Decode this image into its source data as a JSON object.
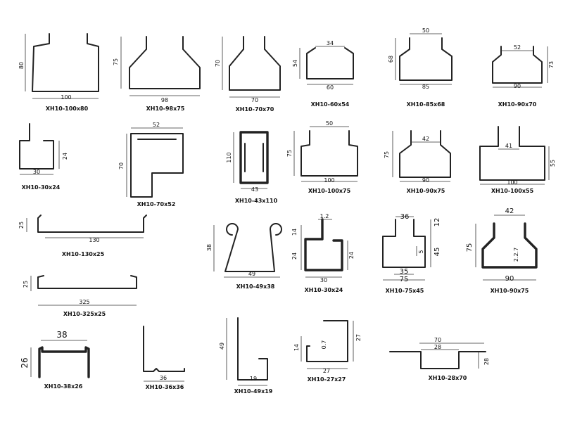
{
  "profiles": [
    {
      "caption": "XH10-100x80",
      "dims": [
        "80",
        "100"
      ]
    },
    {
      "caption": "XH10-98x75",
      "dims": [
        "75",
        "98"
      ]
    },
    {
      "caption": "XH10-70x70",
      "dims": [
        "70",
        "70"
      ]
    },
    {
      "caption": "XH10-60x54",
      "dims": [
        "54",
        "34",
        "60"
      ]
    },
    {
      "caption": "XH10-85x68",
      "dims": [
        "50",
        "68",
        "85"
      ]
    },
    {
      "caption": "XH10-90x70",
      "dims": [
        "52",
        "73",
        "90"
      ]
    },
    {
      "caption": "XH10-30x24",
      "dims": [
        "24",
        "30"
      ]
    },
    {
      "caption": "XH10-70x52",
      "dims": [
        "52",
        "70"
      ]
    },
    {
      "caption": "XH10-43x110",
      "dims": [
        "110",
        "43"
      ]
    },
    {
      "caption": "XH10-100x75",
      "dims": [
        "50",
        "75",
        "100"
      ]
    },
    {
      "caption": "XH10-90x75",
      "dims": [
        "42",
        "75",
        "90"
      ]
    },
    {
      "caption": "XH10-100x55",
      "dims": [
        "41",
        "55",
        "100"
      ]
    },
    {
      "caption": "XH10-130x25",
      "dims": [
        "25",
        "130"
      ]
    },
    {
      "caption": "XH10-49x38",
      "dims": [
        "38",
        "49"
      ]
    },
    {
      "caption": "XH10-30x24",
      "dims": [
        "1.2",
        "14",
        "24",
        "24",
        "30"
      ]
    },
    {
      "caption": "XH10-75x45",
      "dims": [
        "36",
        "12",
        "45",
        "5",
        "35",
        "75"
      ]
    },
    {
      "caption": "XH10-90x75",
      "dims": [
        "42",
        "75",
        "2.2.7",
        "90"
      ]
    },
    {
      "caption": "XH10-325x25",
      "dims": [
        "25",
        "325"
      ]
    },
    {
      "caption": "XH10-38x26",
      "dims": [
        "38",
        "26"
      ]
    },
    {
      "caption": "XH10-36x36",
      "dims": [
        "36"
      ]
    },
    {
      "caption": "XH10-49x19",
      "dims": [
        "49",
        "19"
      ]
    },
    {
      "caption": "XH10-27x27",
      "dims": [
        "14",
        "0.7",
        "27",
        "27"
      ]
    },
    {
      "caption": "XH10-28x70",
      "dims": [
        "70",
        "28",
        "28"
      ]
    }
  ]
}
